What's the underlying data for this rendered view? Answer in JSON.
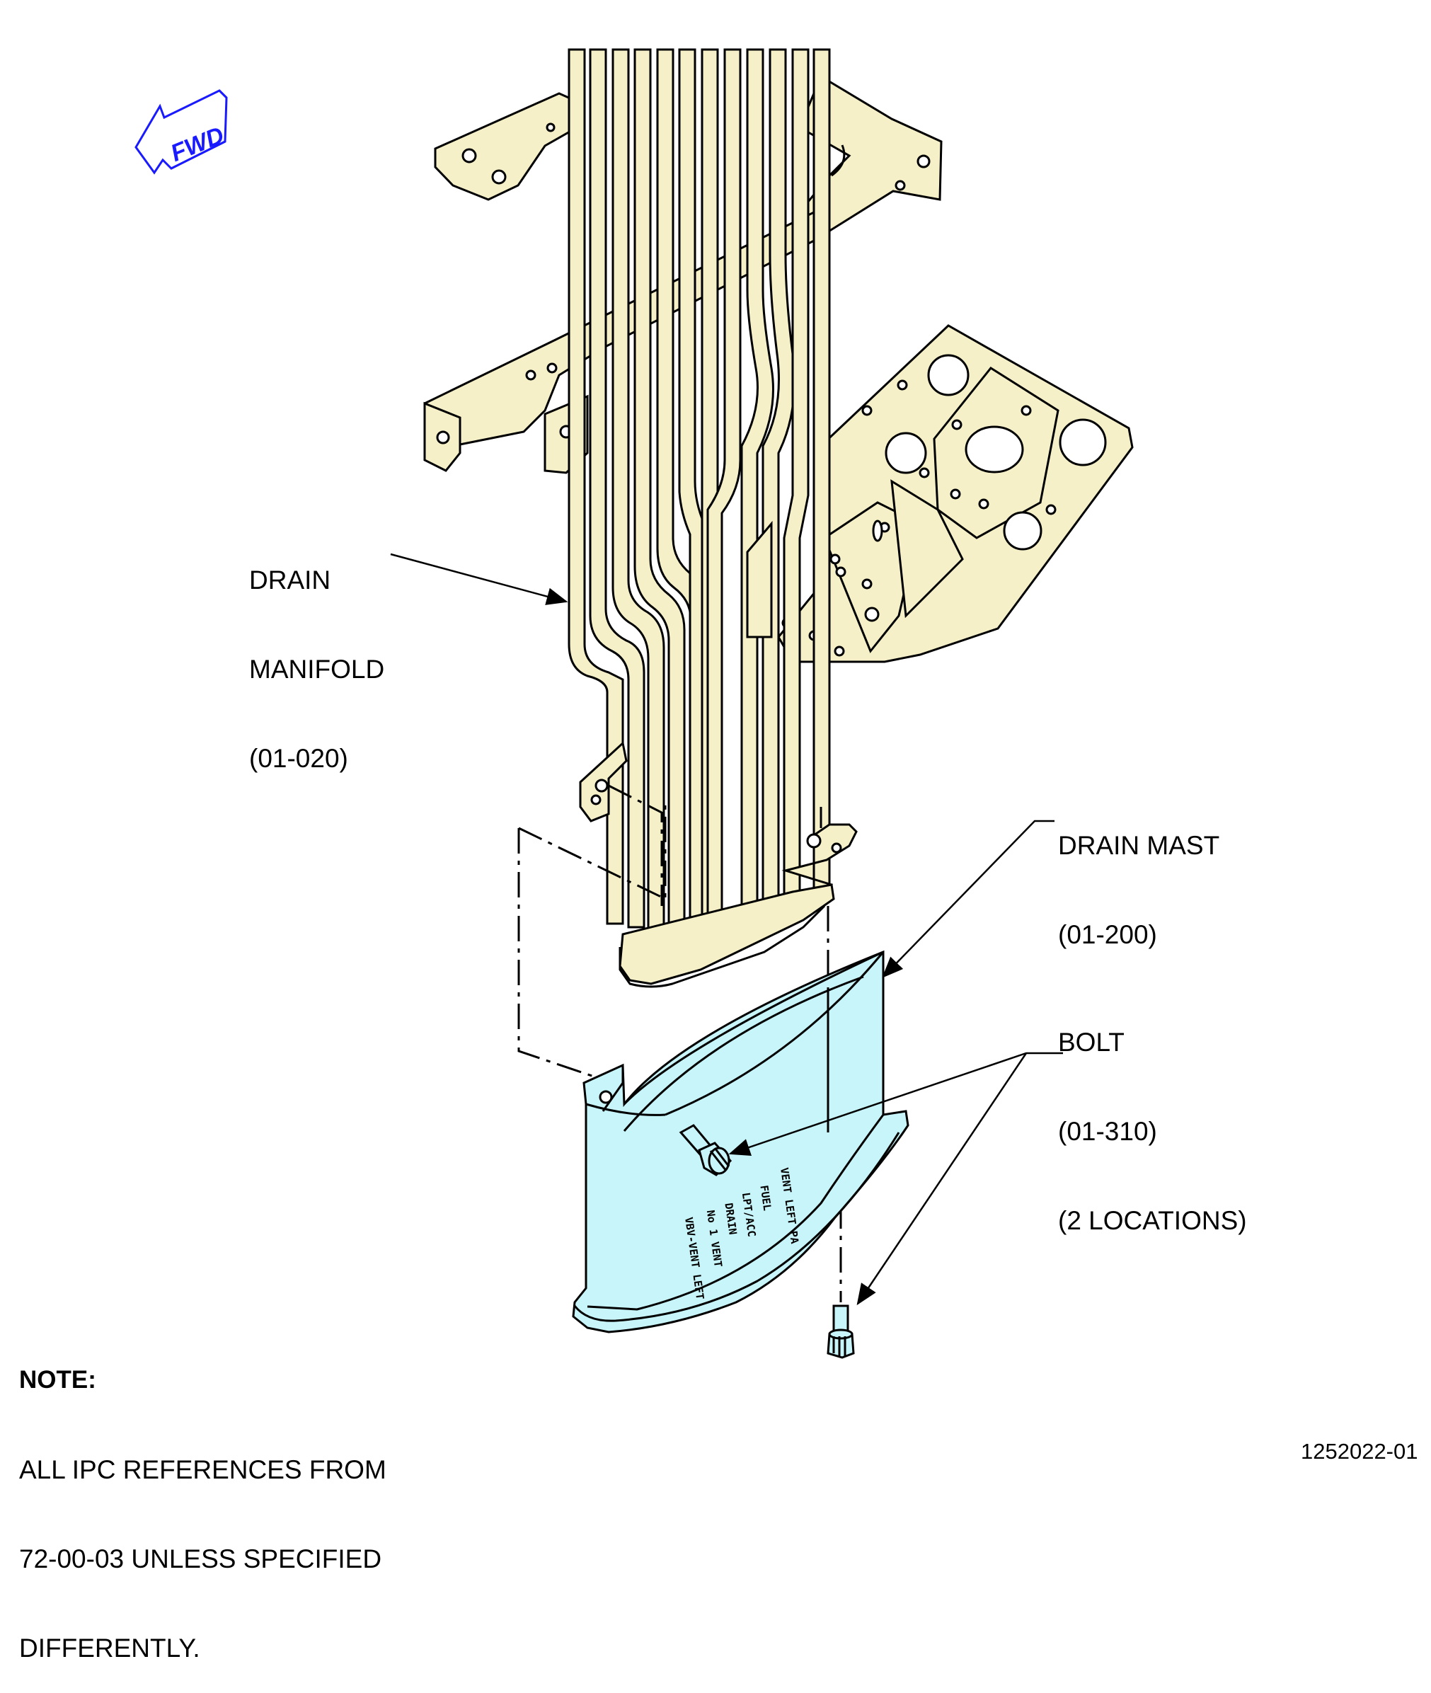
{
  "fwd_indicator": {
    "label": "FWD",
    "color": "#1a1aff"
  },
  "colors": {
    "manifold_fill": "#f5f0c8",
    "mast_fill": "#c8f5fa",
    "line": "#000000"
  },
  "callouts": {
    "drain_manifold": {
      "line1": "DRAIN",
      "line2": "MANIFOLD",
      "line3": "(01-020)"
    },
    "drain_mast": {
      "line1": "DRAIN MAST",
      "line2": "(01-200)"
    },
    "bolt": {
      "line1": "BOLT",
      "line2": "(01-310)",
      "line3": "(2 LOCATIONS)"
    }
  },
  "stencil_lines": [
    "VENT LEFT PA",
    "FUEL",
    "LPT/ACC",
    "DRAIN",
    "No 1 VENT",
    "VBV-VENT LEFT"
  ],
  "note": {
    "heading": "NOTE:",
    "line1": "ALL IPC REFERENCES FROM",
    "line2": "72-00-03 UNLESS SPECIFIED",
    "line3": "DIFFERENTLY."
  },
  "figure_number": "1252022-01"
}
